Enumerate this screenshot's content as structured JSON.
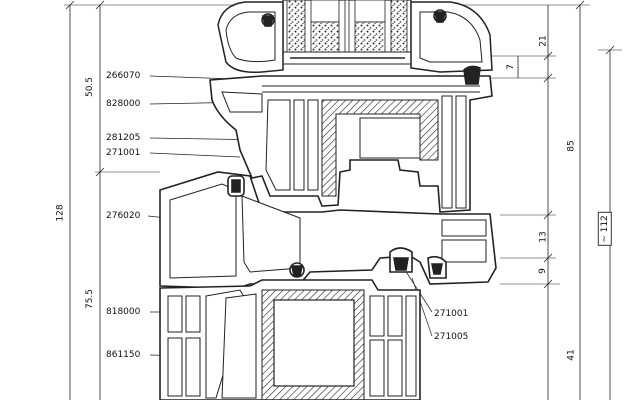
{
  "diagram": {
    "profile_labels": {
      "p266070": "266070",
      "p828000": "828000",
      "p281205": "281205",
      "p271001_upper": "271001",
      "p276020": "276020",
      "p818000": "818000",
      "p861150": "861150",
      "p271001_lower": "271001",
      "p271005": "271005"
    },
    "dimensions": {
      "d50_5": "50.5",
      "d128": "128",
      "d75_5": "75.5",
      "d21": "21",
      "d7": "7",
      "d85": "85",
      "d13": "13",
      "d9": "9",
      "d41": "41",
      "d112": "~ 112"
    }
  }
}
